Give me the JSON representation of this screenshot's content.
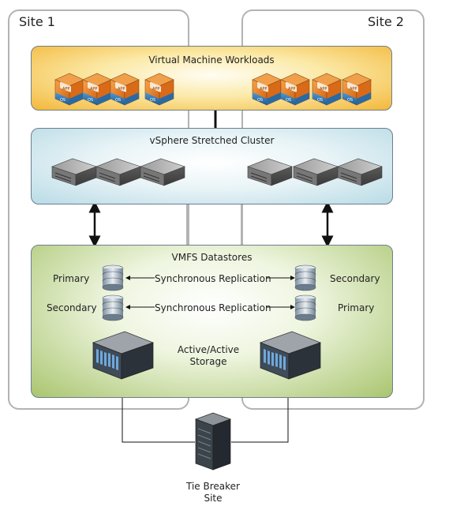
{
  "sites": {
    "left": "Site 1",
    "right": "Site 2"
  },
  "workloads": {
    "title": "Virtual Machine Workloads",
    "vm_app_label": "APP",
    "vm_os_label": "OS"
  },
  "cluster": {
    "title": "vSphere Stretched Cluster"
  },
  "datastores": {
    "title": "VMFS Datastores",
    "left_top_role": "Primary",
    "left_bottom_role": "Secondary",
    "right_top_role": "Secondary",
    "right_bottom_role": "Primary",
    "replication_top": "Synchronous Replication",
    "replication_bottom": "Synchronous Replication",
    "storage_line1": "Active/Active",
    "storage_line2": "Storage"
  },
  "tie_breaker": {
    "line1": "Tie Breaker",
    "line2": "Site"
  },
  "colors": {
    "workloads_fill": "#f6c14a",
    "cluster_fill": "#cfe6ee",
    "datastores_fill": "#bcd48a",
    "vm_orange": "#e87d1e",
    "vm_blue": "#2f78b5",
    "server_gray": "#6e6e6e"
  }
}
